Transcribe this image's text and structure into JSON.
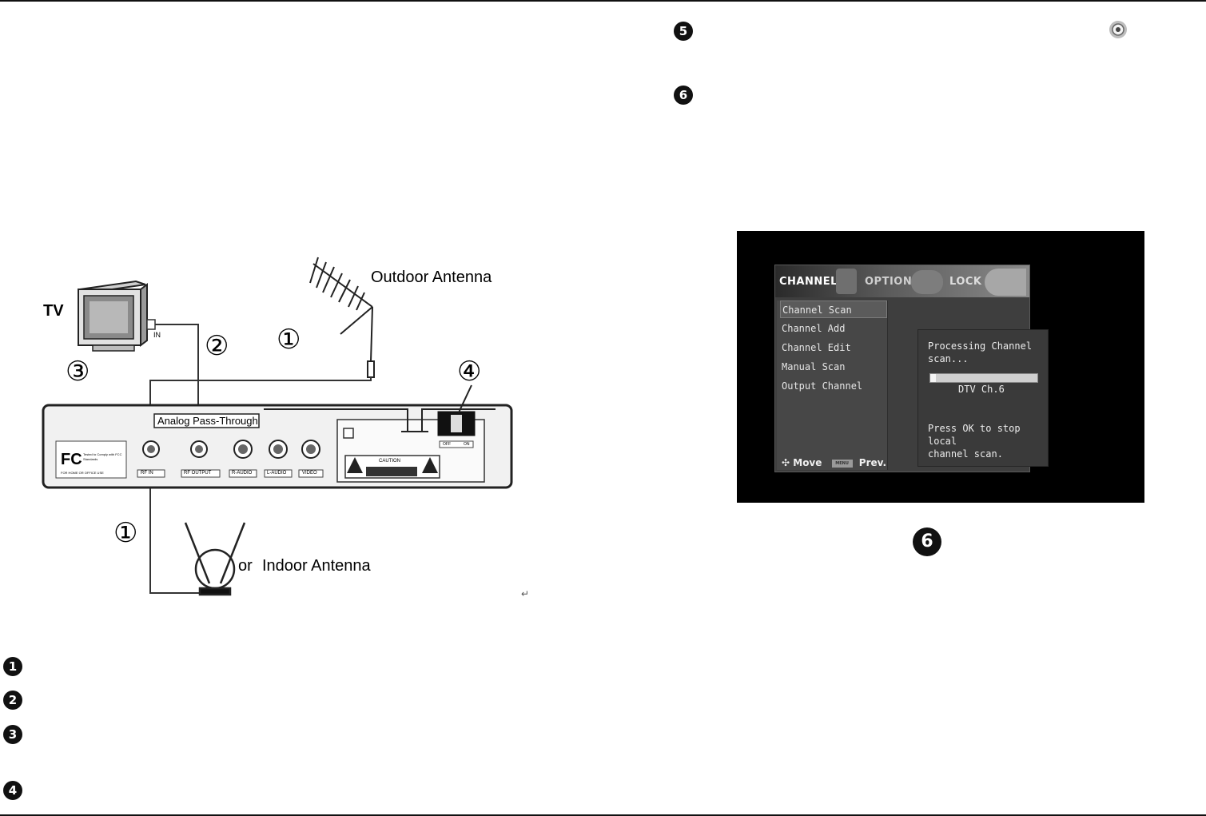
{
  "diagram": {
    "tv_label": "TV",
    "tv_port_label": "IN",
    "outdoor_antenna_label": "Outdoor Antenna",
    "indoor_antenna_or": "or",
    "indoor_antenna_label": "Indoor Antenna",
    "passthrough_label": "Analog Pass-Through",
    "callouts": [
      "①",
      "②",
      "③",
      "④",
      "①"
    ],
    "fcc_logo": "FC",
    "fcc_text": "Tested to Comply with FCC Standards",
    "fcc_footer": "FOR HOME OR OFFICE USE",
    "caution_label": "CAUTION",
    "switch_labels": [
      "OFF",
      "ON"
    ],
    "port_labels": [
      "RF IN",
      "RF OUTPUT",
      "R-AUDIO",
      "L-AUDIO",
      "VIDEO"
    ],
    "return_mark": "↵"
  },
  "steps_left": [
    "1",
    "2",
    "3",
    "4"
  ],
  "steps_right": [
    "5",
    "6"
  ],
  "figure_number": "6",
  "screen": {
    "tabs": [
      "CHANNEL",
      "OPTION",
      "LOCK"
    ],
    "menu_items": [
      "Channel Scan",
      "Channel Add",
      "Channel Edit",
      "Manual Scan",
      "Output Channel"
    ],
    "selected_index": 0,
    "popup": {
      "line1": "Processing Channel\nscan...",
      "progress": 0.05,
      "channel": "DTV Ch.6",
      "line2": "Press OK to stop local\nchannel scan."
    },
    "hint_move": "Move",
    "hint_menu": "MENU",
    "hint_prev": "Prev."
  }
}
